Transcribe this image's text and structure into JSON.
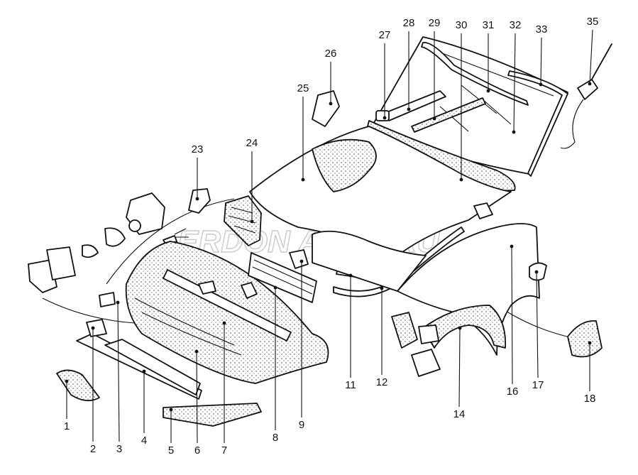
{
  "watermark": "ERDON AUTO.RU",
  "callouts": [
    {
      "id": "c1",
      "label": "1"
    },
    {
      "id": "c2",
      "label": "2"
    },
    {
      "id": "c3",
      "label": "3"
    },
    {
      "id": "c4",
      "label": "4"
    },
    {
      "id": "c5",
      "label": "5"
    },
    {
      "id": "c6",
      "label": "6"
    },
    {
      "id": "c7",
      "label": "7"
    },
    {
      "id": "c8",
      "label": "8"
    },
    {
      "id": "c9",
      "label": "9"
    },
    {
      "id": "c11",
      "label": "11"
    },
    {
      "id": "c12",
      "label": "12"
    },
    {
      "id": "c14",
      "label": "14"
    },
    {
      "id": "c16",
      "label": "16"
    },
    {
      "id": "c17",
      "label": "17"
    },
    {
      "id": "c18",
      "label": "18"
    },
    {
      "id": "c23",
      "label": "23"
    },
    {
      "id": "c24",
      "label": "24"
    },
    {
      "id": "c25",
      "label": "25"
    },
    {
      "id": "c26",
      "label": "26"
    },
    {
      "id": "c27",
      "label": "27"
    },
    {
      "id": "c28",
      "label": "28"
    },
    {
      "id": "c29",
      "label": "29"
    },
    {
      "id": "c30",
      "label": "30"
    },
    {
      "id": "c31",
      "label": "31"
    },
    {
      "id": "c32",
      "label": "32"
    },
    {
      "id": "c33",
      "label": "33"
    },
    {
      "id": "c35",
      "label": "35"
    }
  ]
}
